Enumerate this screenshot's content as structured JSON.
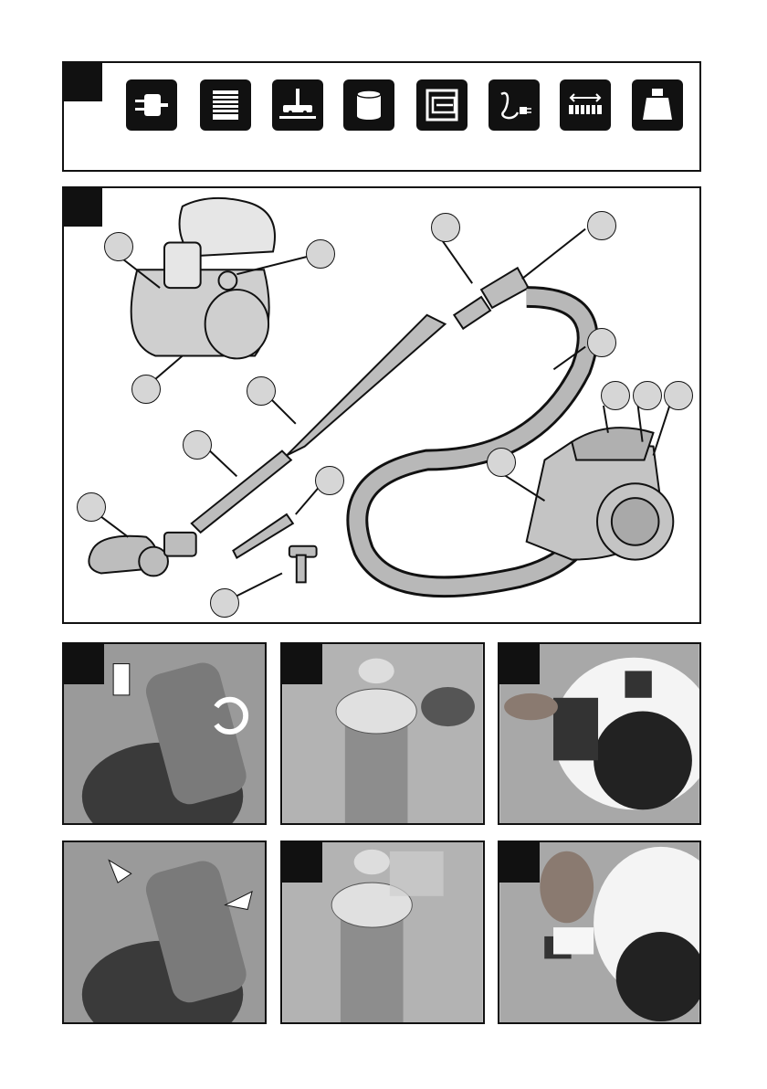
{
  "page": {
    "title": ""
  },
  "icons": [
    {
      "name": "power-plug-icon"
    },
    {
      "name": "filter-grid-icon"
    },
    {
      "name": "floor-brush-icon"
    },
    {
      "name": "dust-container-icon"
    },
    {
      "name": "hose-insert-icon"
    },
    {
      "name": "power-cord-icon"
    },
    {
      "name": "cord-length-icon"
    },
    {
      "name": "weight-icon"
    }
  ],
  "photos": [
    {
      "name": "photo-remove-container-top"
    },
    {
      "name": "photo-remove-container-bottom"
    },
    {
      "name": "photo-filter-top"
    },
    {
      "name": "photo-filter-bottom"
    },
    {
      "name": "photo-rear-filter-top"
    },
    {
      "name": "photo-rear-filter-bottom"
    }
  ]
}
